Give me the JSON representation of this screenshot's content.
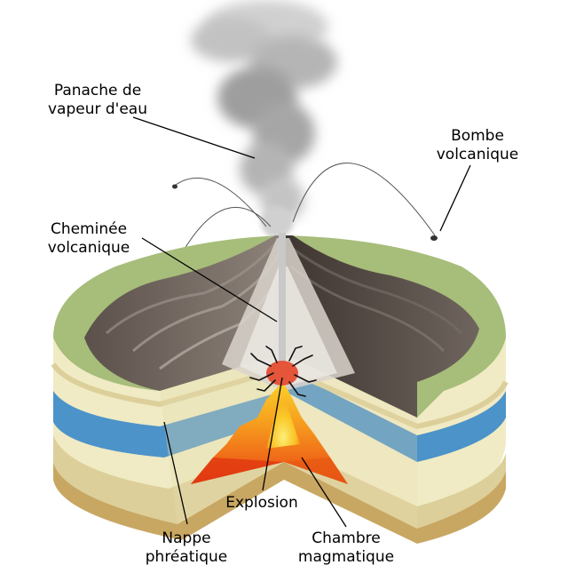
{
  "labels": {
    "steam_plume": [
      "Panache de",
      "vapeur d'eau"
    ],
    "volcanic_bomb": [
      "Bombe",
      "volcanique"
    ],
    "volcanic_vent": [
      "Cheminée",
      "volcanique"
    ],
    "explosion": "Explosion",
    "water_table": [
      "Nappe",
      "phréatique"
    ],
    "magma_chamber": [
      "Chambre",
      "magmatique"
    ]
  },
  "colors": {
    "surface_green": "#a7bd7a",
    "sand_light": "#f0ebc4",
    "sand_mid": "#dccf9a",
    "sand_dark": "#c8a763",
    "aquifer_blue": "#4c93c9",
    "volcano_light": "#a09891",
    "volcano_dark": "#4e443f",
    "magma_red": "#e23a12",
    "magma_orange": "#f7861c",
    "magma_yellow": "#fbd12a",
    "smoke": "#a8a8a8"
  }
}
